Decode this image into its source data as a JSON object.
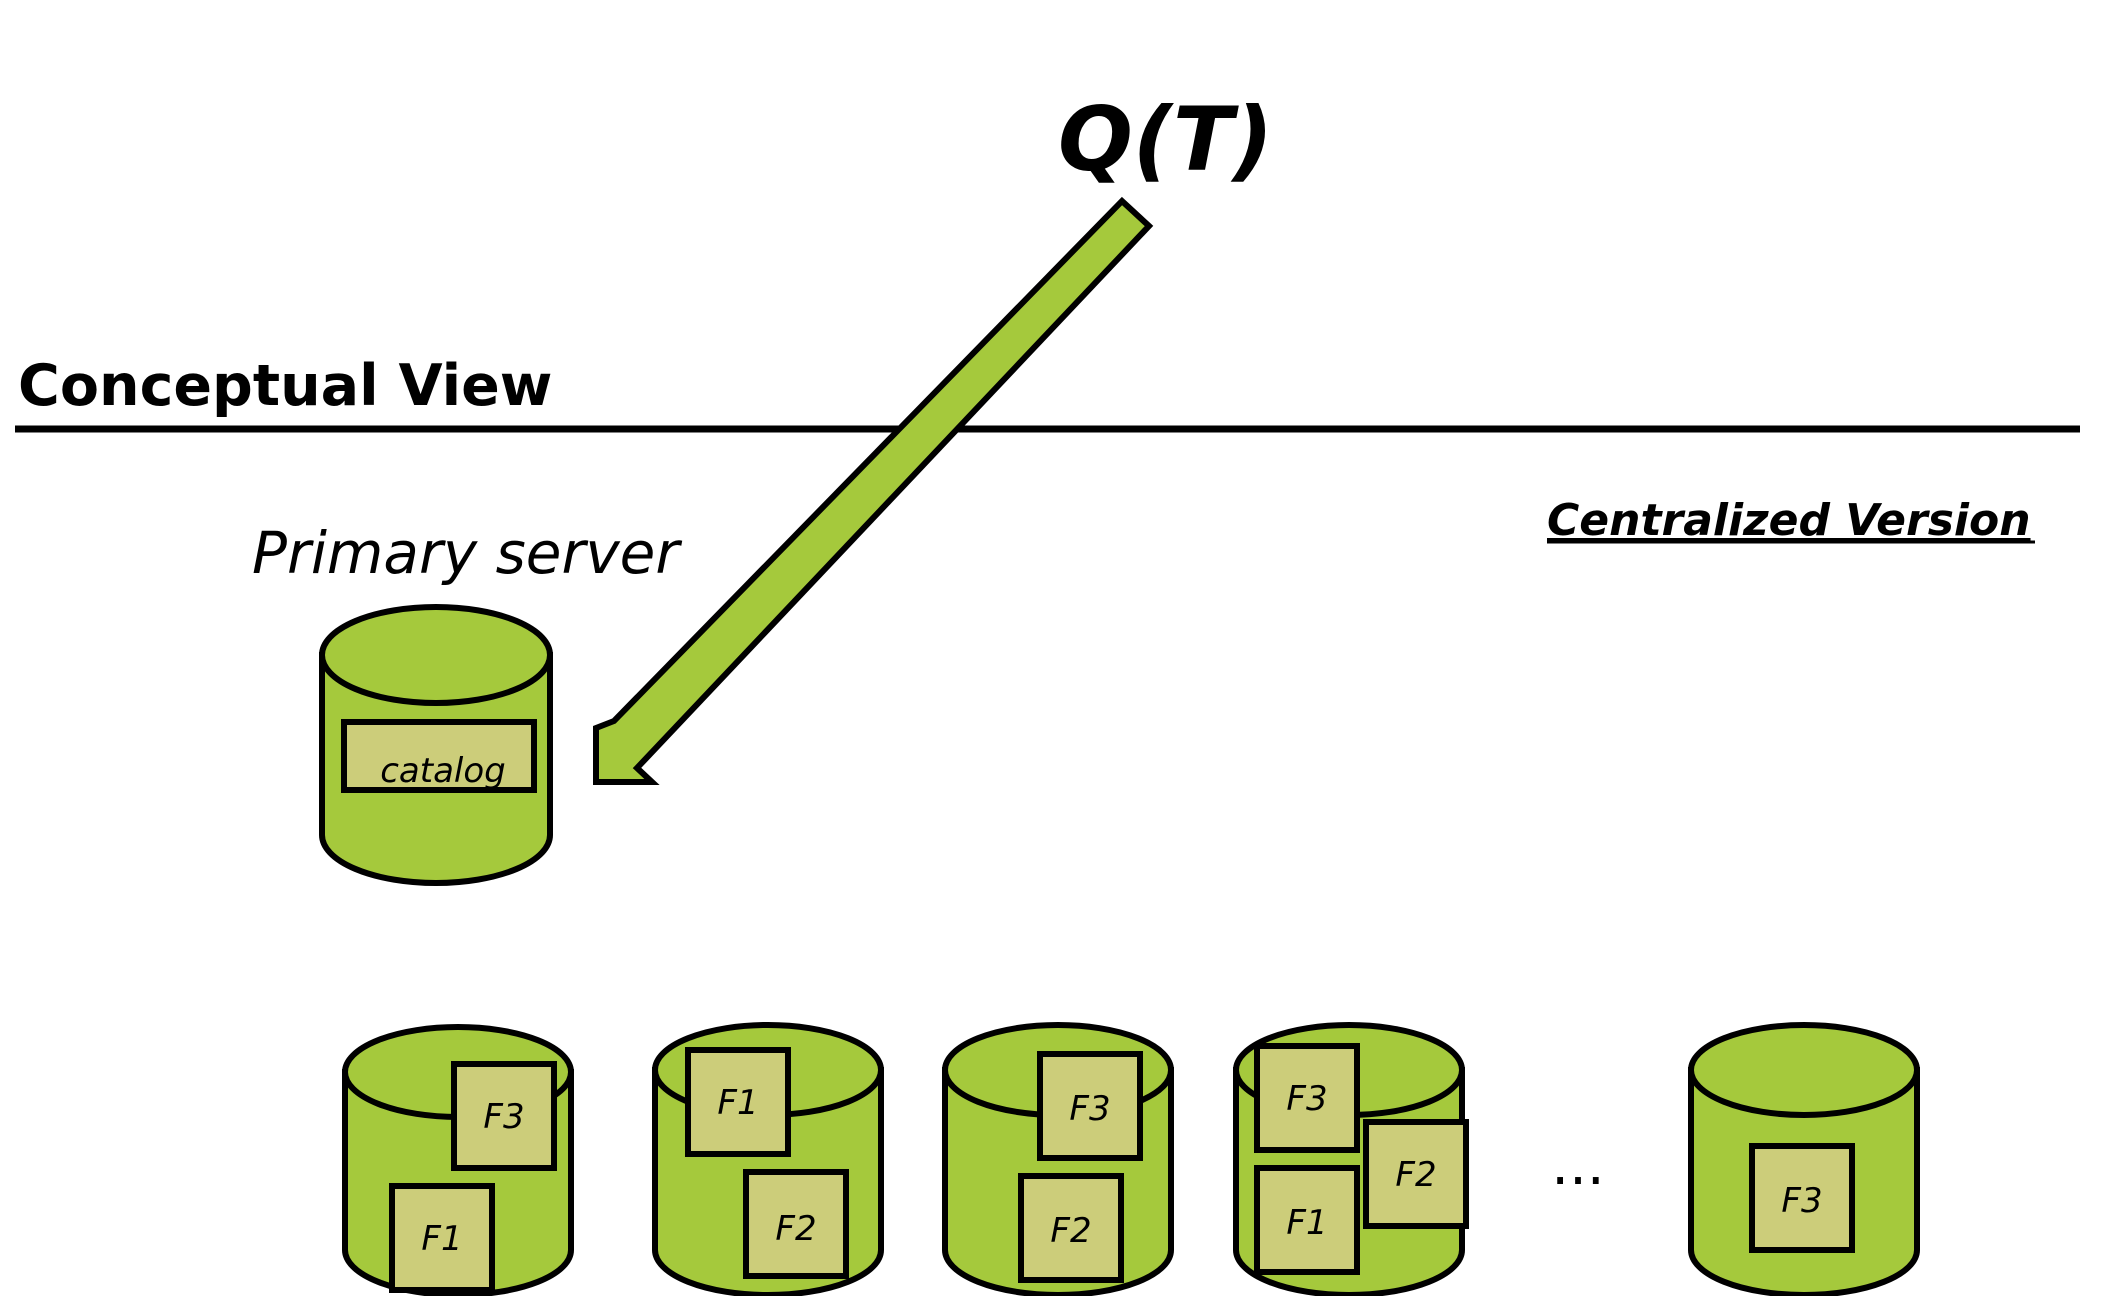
{
  "query_label": "Q(T)",
  "conceptual_view_label": "Conceptual View",
  "centralized_version_label": "Centralized Version",
  "primary_server_label": "Primary server",
  "catalog_label": "catalog",
  "ellipsis": "...",
  "colors": {
    "cylinder_fill": "#a5c93c",
    "fragment_fill": "#cccd7a",
    "arrow_fill": "#a5c93c",
    "stroke": "#000000"
  },
  "sites": [
    {
      "fragments": [
        "F3",
        "F1"
      ]
    },
    {
      "fragments": [
        "F1",
        "F2"
      ]
    },
    {
      "fragments": [
        "F3",
        "F2"
      ]
    },
    {
      "fragments": [
        "F3",
        "F2",
        "F1"
      ]
    },
    {
      "fragments": [
        "F3"
      ]
    }
  ]
}
